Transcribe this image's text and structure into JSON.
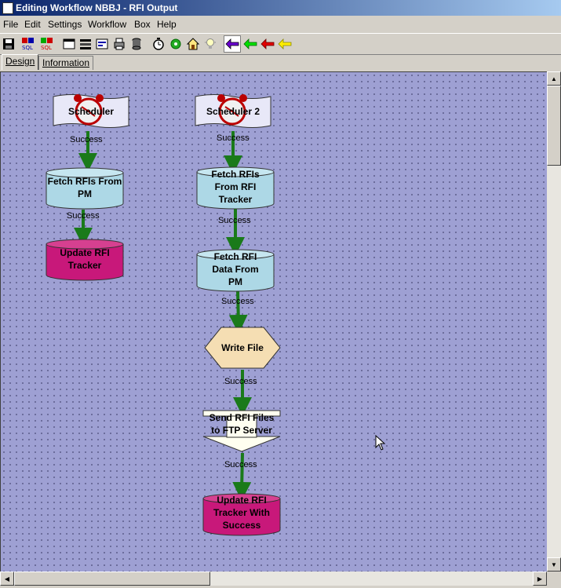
{
  "window": {
    "title": "Editing Workflow NBBJ - RFI Output"
  },
  "menu": [
    "File",
    "Edit",
    "Settings",
    "Workflow",
    "Box",
    "Help"
  ],
  "toolbar": {
    "buttons": [
      "save-icon",
      "sql-icon",
      "sql-alt-icon",
      "window-icon",
      "align-icon",
      "form-icon",
      "print-icon",
      "database-icon",
      "timer-icon",
      "gear-icon",
      "home-icon",
      "lightbulb-icon",
      "arrow-left-purple-icon",
      "arrow-left-green-icon",
      "arrow-left-red-icon",
      "arrow-left-yellow-icon"
    ],
    "sql_label": "SQL"
  },
  "tabs": [
    {
      "label": "Design",
      "active": true
    },
    {
      "label": "Information",
      "active": false
    }
  ],
  "workflow": {
    "nodes": [
      {
        "id": "scheduler-1",
        "label": "Scheduler",
        "type": "scheduler"
      },
      {
        "id": "fetch-rfis-pm",
        "label": "Fetch RFIs From PM",
        "type": "database-read"
      },
      {
        "id": "update-rfi-tracker",
        "label": "Update RFI Tracker",
        "type": "database-write"
      },
      {
        "id": "scheduler-2",
        "label": "Scheduler 2",
        "type": "scheduler"
      },
      {
        "id": "fetch-rfis-tracker",
        "label": "Fetch RFIs From RFI Tracker",
        "type": "database-read"
      },
      {
        "id": "fetch-rfi-data-pm",
        "label": "Fetch RFI Data From PM",
        "type": "database-read"
      },
      {
        "id": "write-file",
        "label": "Write File",
        "type": "file"
      },
      {
        "id": "send-rfi-files-ftp",
        "label": "Send RFI Files to FTP Server",
        "type": "ftp"
      },
      {
        "id": "update-rfi-tracker-success",
        "label": "Update RFI Tracker With Success",
        "type": "database-write"
      }
    ],
    "edge_label": "Success",
    "colors": {
      "read": "#add8e6",
      "write": "#c8187a",
      "file": "#f5deb3",
      "ftp": "#fffff0",
      "arrow": "#1a7a1a",
      "canvas": "#9ea0d3"
    }
  }
}
